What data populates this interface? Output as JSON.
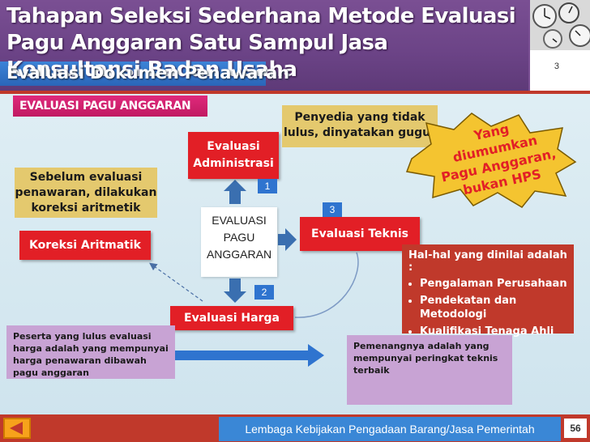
{
  "header": {
    "title": "Tahapan Seleksi Sederhana Metode Evaluasi Pagu Anggaran Satu Sampul Jasa Konsultansi Badan Usaha",
    "subtitle": "Evaluasi  Dokumen Penawaran",
    "slide_number": "3"
  },
  "section_label": "EVALUASI PAGU ANGGARAN",
  "diagram": {
    "center": [
      "EVALUASI",
      "PAGU",
      "ANGGARAN"
    ],
    "eval_admin": [
      "Evaluasi",
      "Administrasi"
    ],
    "eval_teknis": "Evaluasi Teknis",
    "eval_harga": "Evaluasi Harga",
    "koreksi": "Koreksi Aritmatik",
    "step1": "1",
    "step2": "2",
    "step3": "3"
  },
  "notes": {
    "gugur": [
      "Penyedia yang tidak",
      "lulus, dinyatakan gugur"
    ],
    "sebelum": [
      "Sebelum evaluasi",
      "penawaran, dilakukan",
      "koreksi aritmetik"
    ],
    "diumumkan": [
      "Yang diumumkan",
      "Pagu Anggaran,",
      "bukan HPS"
    ],
    "peserta": "Peserta yang lulus evaluasi harga adalah yang  mempunyai  harga penawaran dibawah pagu anggaran",
    "pemenang": "Pemenangnya adalah yang mempunyai peringkat teknis terbaik"
  },
  "criteria": {
    "heading": "Hal-hal yang dinilai adalah :",
    "items": [
      "Pengalaman Perusahaan",
      "Pendekatan dan Metodologi",
      "Kualifikasi Tenaga Ahli"
    ]
  },
  "footer": {
    "text": "Lembaga Kebijakan Pengadaan Barang/Jasa Pemerintah",
    "page": "56"
  },
  "colors": {
    "title_purple": "#6b4386",
    "accent_red": "#e21f26",
    "accent_blue": "#2f74cf",
    "note_gold": "#e4c96e",
    "lavender": "#c8a3d4",
    "pink": "#e0297c"
  }
}
